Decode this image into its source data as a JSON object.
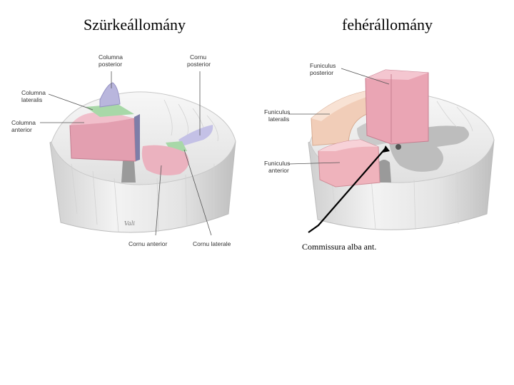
{
  "titles": {
    "grey_matter": "Szürkeállomány",
    "white_matter": "fehérállomány"
  },
  "left_labels": {
    "columna_posterior": [
      "Columna",
      "posterior"
    ],
    "cornu_posterior": [
      "Cornu",
      "posterior"
    ],
    "columna_lateralis": [
      "Columna",
      "lateralis"
    ],
    "columna_anterior": [
      "Columna",
      "anterior"
    ],
    "cornu_anterior": "Cornu anterior",
    "cornu_laterale": "Cornu laterale",
    "signature": "Vali"
  },
  "right_labels": {
    "funiculus_posterior": [
      "Funiculus",
      "posterior"
    ],
    "funiculus_lateralis": [
      "Funiculus",
      "lateralis"
    ],
    "funiculus_anterior": [
      "Funiculus",
      "anterior"
    ],
    "commissura": "Commissura alba ant."
  },
  "colors": {
    "posterior_purple": "#b9b6dd",
    "lateral_green": "#a8d8a8",
    "anterior_pink": "#e6a9b8",
    "funiculus_posterior": "#eba8b6",
    "funiculus_lateralis": "#f2d2bf",
    "funiculus_anterior": "#f0b5bd",
    "white_matter": "#ececec",
    "grey_matter": "#bdbdbd"
  }
}
